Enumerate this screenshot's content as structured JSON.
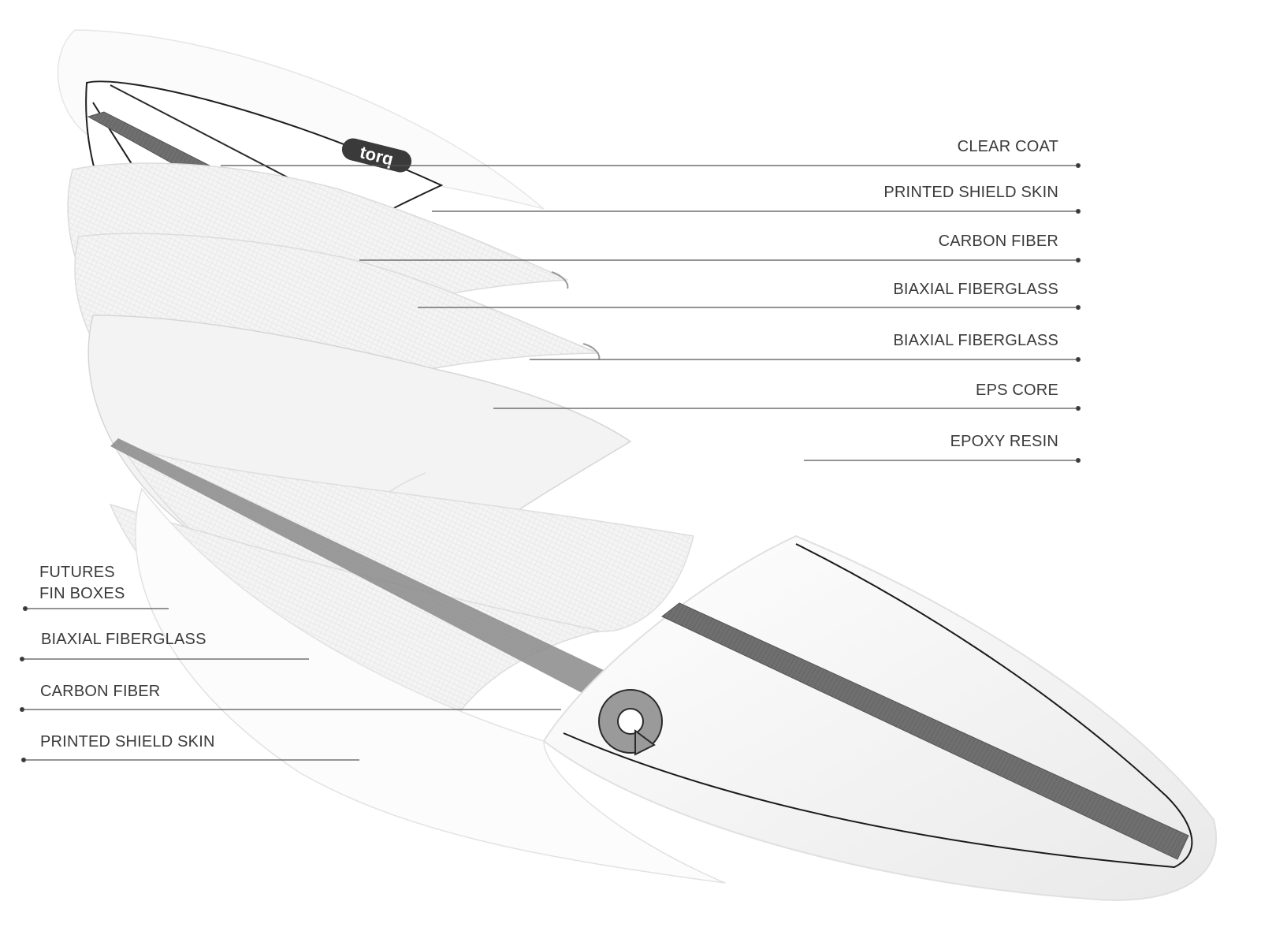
{
  "diagram": {
    "right_callouts": [
      {
        "id": "clear-coat",
        "text": "CLEAR COAT"
      },
      {
        "id": "printed-shield-skin-top",
        "text": "PRINTED SHIELD SKIN"
      },
      {
        "id": "carbon-fiber-top",
        "text": "CARBON FIBER"
      },
      {
        "id": "biaxial-fiberglass-top-1",
        "text": "BIAXIAL FIBERGLASS"
      },
      {
        "id": "biaxial-fiberglass-top-2",
        "text": "BIAXIAL FIBERGLASS"
      },
      {
        "id": "eps-core",
        "text": "EPS CORE"
      },
      {
        "id": "epoxy-resin",
        "text": "EPOXY RESIN"
      }
    ],
    "left_callouts": [
      {
        "id": "futures-fin-boxes",
        "lines": [
          "FUTURES",
          "FIN BOXES"
        ]
      },
      {
        "id": "biaxial-fiberglass-bottom",
        "text": "BIAXIAL FIBERGLASS"
      },
      {
        "id": "carbon-fiber-bottom",
        "text": "CARBON FIBER"
      },
      {
        "id": "printed-shield-skin-bottom",
        "text": "PRINTED SHIELD SKIN"
      }
    ],
    "logos": {
      "deck_logo_text": "torq"
    },
    "colors": {
      "background": "#ffffff",
      "text": "#3a3a3a",
      "leader": "#555555",
      "stringer": "#6f6f6f",
      "outline": "#1a1a1a"
    }
  }
}
